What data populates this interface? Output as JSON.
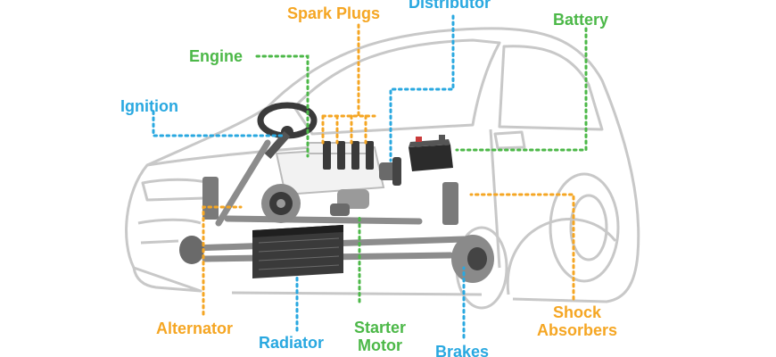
{
  "colors": {
    "orange": "#f5a623",
    "blue": "#29a8e0",
    "green": "#4cb848",
    "car_line": "#c8c8c8",
    "part_dark": "#3a3a3a",
    "part_gray": "#8c8c8c"
  },
  "labels": {
    "spark_plugs": "Spark Plugs",
    "distributor": "Distributor",
    "battery": "Battery",
    "engine": "Engine",
    "ignition": "Ignition",
    "alternator": "Alternator",
    "radiator": "Radiator",
    "starter_motor_1": "Starter",
    "starter_motor_2": "Motor",
    "brakes": "Brakes",
    "shock_absorbers_1": "Shock",
    "shock_absorbers_2": "Absorbers"
  }
}
